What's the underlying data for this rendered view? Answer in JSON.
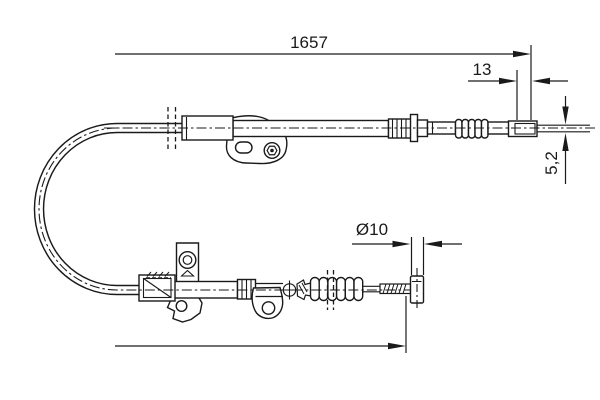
{
  "drawing": {
    "type": "technical-drawing-parking-brake-cable",
    "colors": {
      "line": "#1a1a1a",
      "background": "#ffffff"
    },
    "dimensions": {
      "overall_length": "1657",
      "end_fitting_offset": "13",
      "cable_end_diameter": "5,2",
      "barrel_diameter": "Ø10"
    }
  }
}
